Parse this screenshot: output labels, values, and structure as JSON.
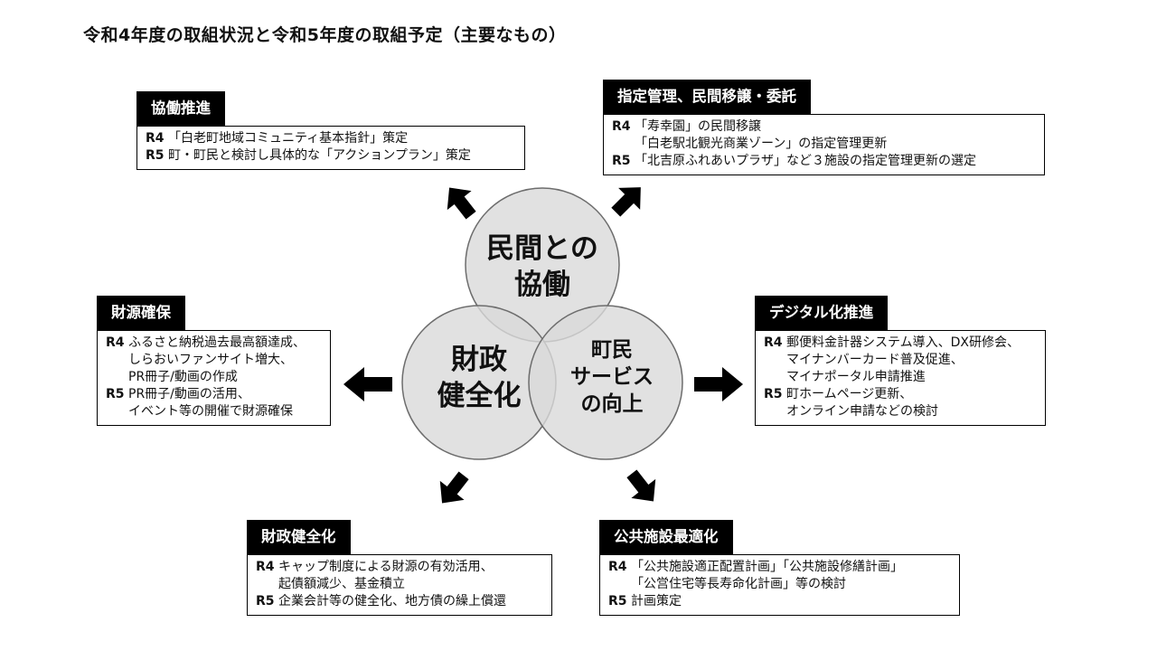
{
  "title": "令和4年度の取組状況と令和5年度の取組予定（主要なもの）",
  "colors": {
    "circle_fill": "#d9d9d9",
    "circle_stroke": "#6d6d6d",
    "tag_background": "#000000",
    "text": "#111111"
  },
  "circles": {
    "top": {
      "lines": [
        "民間との",
        "協働"
      ]
    },
    "left": {
      "lines": [
        "財政",
        "健全化"
      ]
    },
    "right": {
      "lines": [
        "町民",
        "サービス",
        "の向上"
      ]
    }
  },
  "arrows": [
    "up-left-arrow",
    "up-right-arrow",
    "left-arrow",
    "right-arrow",
    "down-left-arrow",
    "down-right-arrow"
  ],
  "blocks": {
    "kyodo": {
      "title": "協働推進",
      "lines": [
        {
          "year": "R4",
          "text": "「白老町地域コミュニティ基本指針」策定"
        },
        {
          "year": "R5",
          "text": "町・町民と検討し具体的な「アクションプラン」策定"
        }
      ]
    },
    "shitei": {
      "title": "指定管理、民間移譲・委託",
      "lines": [
        {
          "year": "R4",
          "text": "「寿幸園」の民間移譲"
        },
        {
          "year": "",
          "text": "「白老駅北観光商業ゾーン」の指定管理更新"
        },
        {
          "year": "R5",
          "text": "「北吉原ふれあいプラザ」など３施設の指定管理更新の選定"
        }
      ]
    },
    "zaigen": {
      "title": "財源確保",
      "lines": [
        {
          "year": "R4",
          "text": "ふるさと納税過去最高額達成、"
        },
        {
          "year": "",
          "text": "しらおいファンサイト増大、"
        },
        {
          "year": "",
          "text": "PR冊子/動画の作成"
        },
        {
          "year": "R5",
          "text": "PR冊子/動画の活用、"
        },
        {
          "year": "",
          "text": "イベント等の開催で財源確保"
        }
      ]
    },
    "digital": {
      "title": "デジタル化推進",
      "lines": [
        {
          "year": "R4",
          "text": "郵便料金計器システム導入、DX研修会、"
        },
        {
          "year": "",
          "text": "マイナンバーカード普及促進、"
        },
        {
          "year": "",
          "text": "マイナポータル申請推進"
        },
        {
          "year": "R5",
          "text": "町ホームページ更新、"
        },
        {
          "year": "",
          "text": "オンライン申請などの検討"
        }
      ]
    },
    "zaisei": {
      "title": "財政健全化",
      "lines": [
        {
          "year": "R4",
          "text": "キャップ制度による財源の有効活用、"
        },
        {
          "year": "",
          "text": "起債額減少、基金積立"
        },
        {
          "year": "R5",
          "text": "企業会計等の健全化、地方債の繰上償還"
        }
      ]
    },
    "koukyou": {
      "title": "公共施設最適化",
      "lines": [
        {
          "year": "R4",
          "text": "「公共施設適正配置計画」「公共施設修繕計画」"
        },
        {
          "year": "",
          "text": "「公営住宅等長寿命化計画」等の検討"
        },
        {
          "year": "R5",
          "text": "計画策定"
        }
      ]
    }
  }
}
